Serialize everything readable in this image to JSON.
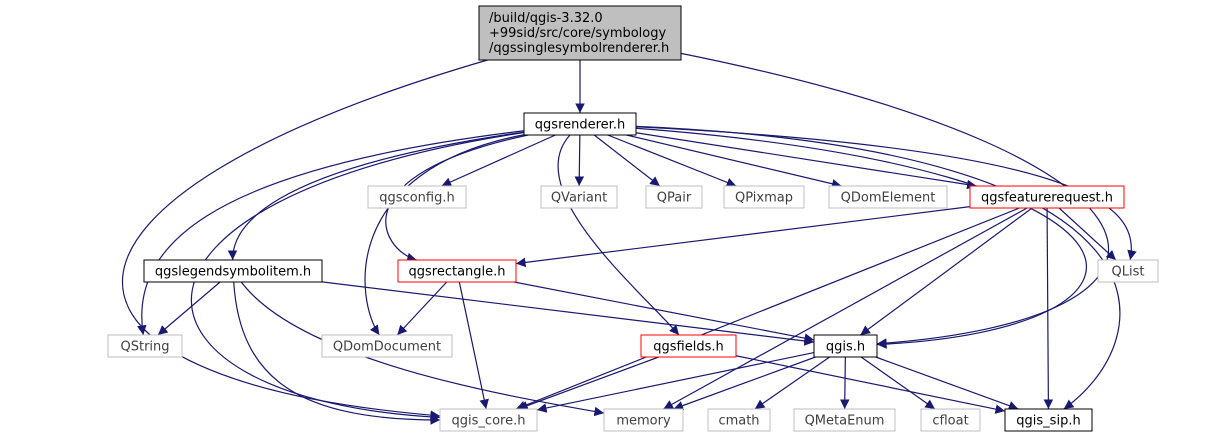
{
  "colors": {
    "edge": "#191970",
    "root_fill": "#bfbfbf",
    "documented_border": "#000000",
    "truncated_border": "#ff0000",
    "external_border": "#bfbfbf",
    "external_text": "#404040"
  },
  "nodes": {
    "root": {
      "lines": [
        "/build/qgis-3.32.0",
        "+99sid/src/core/symbology",
        "/qgssinglesymbolrenderer.h"
      ],
      "kind": "root"
    },
    "qgsrenderer": {
      "lines": [
        "qgsrenderer.h"
      ],
      "kind": "documented"
    },
    "qgsconfig": {
      "lines": [
        "qgsconfig.h"
      ],
      "kind": "external"
    },
    "qvariant": {
      "lines": [
        "QVariant"
      ],
      "kind": "external"
    },
    "qpair": {
      "lines": [
        "QPair"
      ],
      "kind": "external"
    },
    "qpixmap": {
      "lines": [
        "QPixmap"
      ],
      "kind": "external"
    },
    "qdomelement": {
      "lines": [
        "QDomElement"
      ],
      "kind": "external"
    },
    "qgsfeaturerequest": {
      "lines": [
        "qgsfeaturerequest.h"
      ],
      "kind": "truncated"
    },
    "qgslegendsymbolitem": {
      "lines": [
        "qgslegendsymbolitem.h"
      ],
      "kind": "documented"
    },
    "qgsrectangle": {
      "lines": [
        "qgsrectangle.h"
      ],
      "kind": "truncated"
    },
    "qlist": {
      "lines": [
        "QList"
      ],
      "kind": "external"
    },
    "qstring": {
      "lines": [
        "QString"
      ],
      "kind": "external"
    },
    "qdomdocument": {
      "lines": [
        "QDomDocument"
      ],
      "kind": "external"
    },
    "qgsfields": {
      "lines": [
        "qgsfields.h"
      ],
      "kind": "truncated"
    },
    "qgis": {
      "lines": [
        "qgis.h"
      ],
      "kind": "documented"
    },
    "qgis_core": {
      "lines": [
        "qgis_core.h"
      ],
      "kind": "external"
    },
    "memory": {
      "lines": [
        "memory"
      ],
      "kind": "external"
    },
    "cmath": {
      "lines": [
        "cmath"
      ],
      "kind": "external"
    },
    "qmetaenum": {
      "lines": [
        "QMetaEnum"
      ],
      "kind": "external"
    },
    "cfloat": {
      "lines": [
        "cfloat"
      ],
      "kind": "external"
    },
    "qgis_sip": {
      "lines": [
        "qgis_sip.h"
      ],
      "kind": "documented"
    }
  },
  "edges": [
    [
      "root",
      "qgsrenderer"
    ],
    [
      "root",
      "qgis_core"
    ],
    [
      "root",
      "qgis"
    ],
    [
      "qgsrenderer",
      "qgis_core"
    ],
    [
      "qgsrenderer",
      "qgsconfig"
    ],
    [
      "qgsrenderer",
      "qvariant"
    ],
    [
      "qgsrenderer",
      "qpair"
    ],
    [
      "qgsrenderer",
      "qpixmap"
    ],
    [
      "qgsrenderer",
      "qdomelement"
    ],
    [
      "qgsrenderer",
      "qgsfeaturerequest"
    ],
    [
      "qgsrenderer",
      "qgslegendsymbolitem"
    ],
    [
      "qgsrenderer",
      "qgsrectangle"
    ],
    [
      "qgsrenderer",
      "qstring"
    ],
    [
      "qgsrenderer",
      "qdomdocument"
    ],
    [
      "qgsrenderer",
      "qgsfields"
    ],
    [
      "qgsrenderer",
      "qlist"
    ],
    [
      "qgsrenderer",
      "qgis"
    ],
    [
      "qgsrenderer",
      "qgis_sip"
    ],
    [
      "qgsfeaturerequest",
      "qgsrectangle"
    ],
    [
      "qgsfeaturerequest",
      "qlist"
    ],
    [
      "qgsfeaturerequest",
      "qgis"
    ],
    [
      "qgsfeaturerequest",
      "qgis_core"
    ],
    [
      "qgsfeaturerequest",
      "memory"
    ],
    [
      "qgsfeaturerequest",
      "qgis_sip"
    ],
    [
      "qgslegendsymbolitem",
      "qstring"
    ],
    [
      "qgslegendsymbolitem",
      "qgis_core"
    ],
    [
      "qgslegendsymbolitem",
      "memory"
    ],
    [
      "qgslegendsymbolitem",
      "qgis"
    ],
    [
      "qgsrectangle",
      "qdomdocument"
    ],
    [
      "qgsrectangle",
      "qgis_core"
    ],
    [
      "qgsrectangle",
      "qgis"
    ],
    [
      "qgsfields",
      "qgis_core"
    ],
    [
      "qgsfields",
      "qgis_sip"
    ],
    [
      "qgis",
      "qgis_core"
    ],
    [
      "qgis",
      "memory"
    ],
    [
      "qgis",
      "cmath"
    ],
    [
      "qgis",
      "qmetaenum"
    ],
    [
      "qgis",
      "cfloat"
    ],
    [
      "qgis",
      "qgis_sip"
    ]
  ]
}
